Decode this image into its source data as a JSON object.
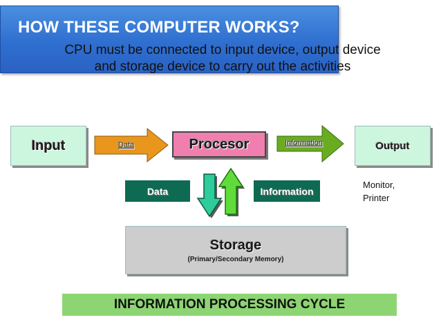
{
  "header": {
    "title": "HOW THESE COMPUTER WORKS?",
    "subtitle": "CPU must be connected to input device, output device and storage device to carry out the activities"
  },
  "nodes": {
    "input": "Input",
    "processor": "Procesor",
    "output": "Output",
    "storage": "Storage",
    "storage_sub": "(Primary/Secondary Memory)"
  },
  "arrows": {
    "input_to_proc": "Data",
    "proc_to_output": "Information"
  },
  "tags": {
    "data": "Data",
    "information": "Information"
  },
  "output_note": {
    "line1": "Monitor,",
    "line2": "Printer"
  },
  "footer": "INFORMATION PROCESSING CYCLE"
}
